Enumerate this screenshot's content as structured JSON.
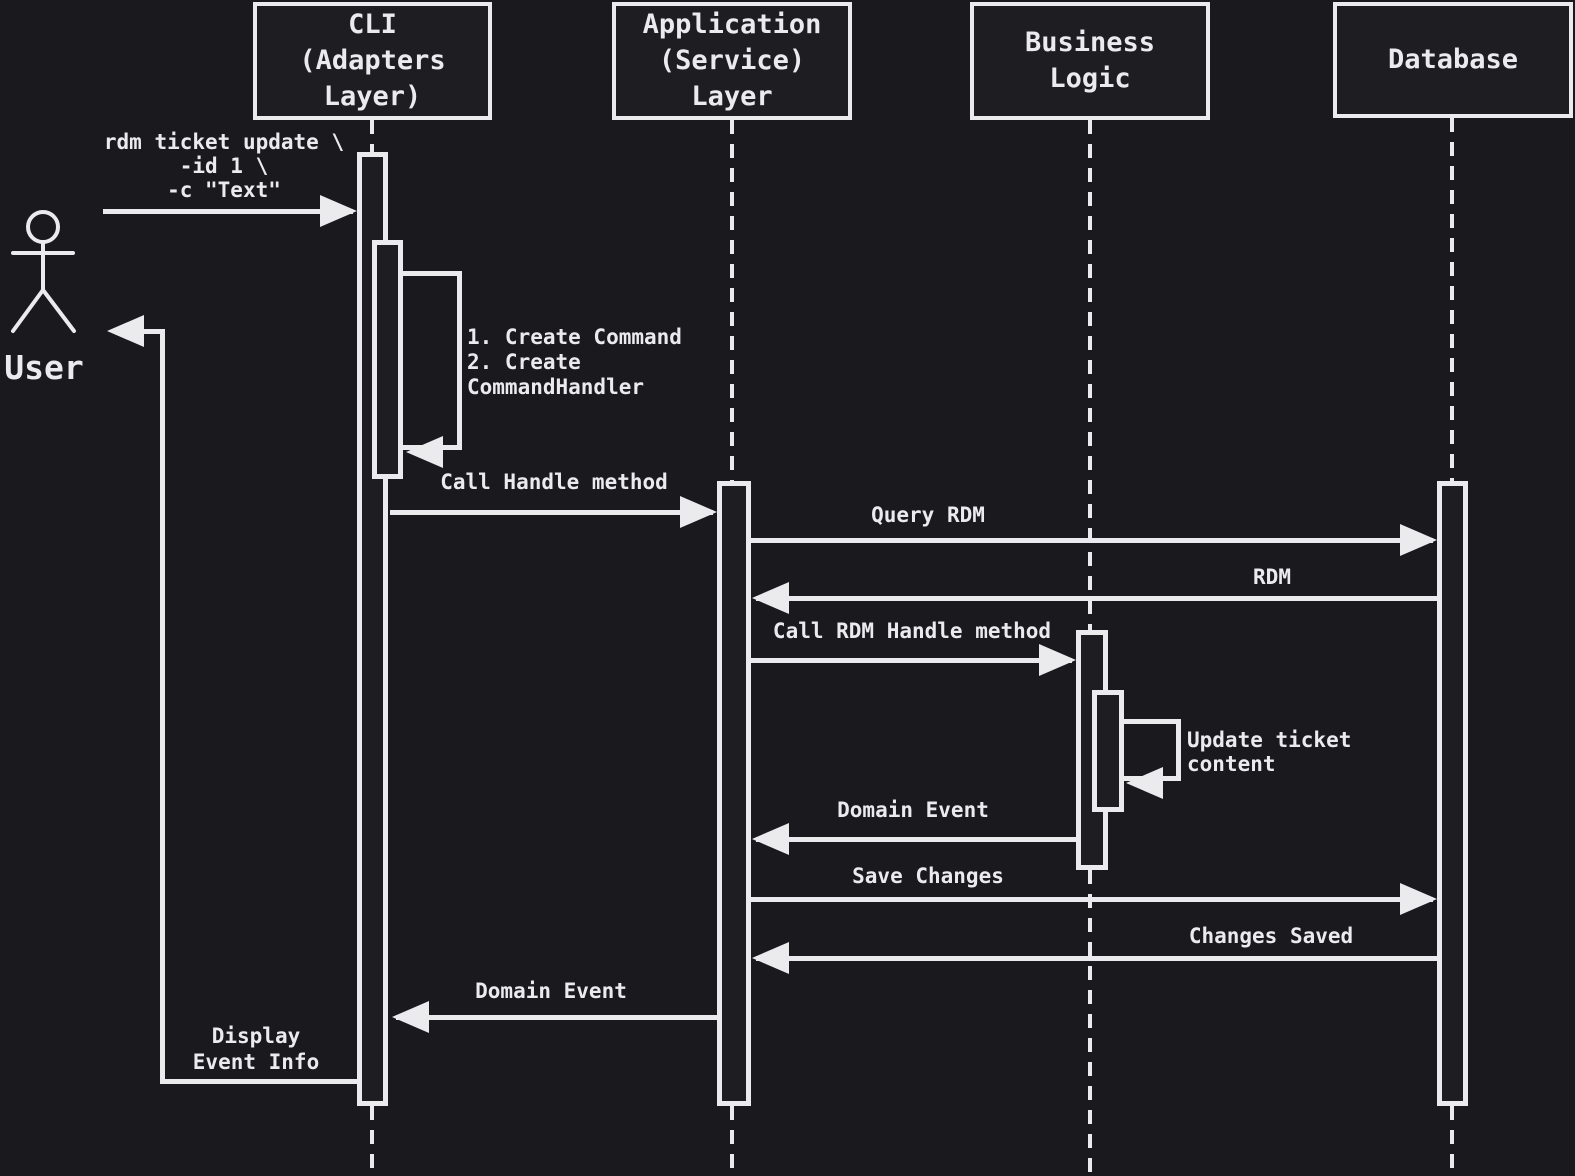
{
  "colors": {
    "background": "#1a1a1e",
    "box_fill": "#1d1d22",
    "stroke": "#ebebee",
    "text": "#ebebee"
  },
  "actor": {
    "label": "User"
  },
  "participants": [
    {
      "id": "cli",
      "lines": [
        "CLI",
        "(Adapters",
        "Layer)"
      ]
    },
    {
      "id": "application",
      "lines": [
        "Application",
        "(Service)",
        "Layer"
      ]
    },
    {
      "id": "business-logic",
      "lines": [
        "Business",
        "Logic"
      ]
    },
    {
      "id": "database",
      "lines": [
        "Database"
      ]
    }
  ],
  "messages": {
    "user_command": {
      "lines": [
        "rdm ticket update \\",
        "-id 1 \\",
        "-c \"Text\""
      ]
    },
    "cli_self_note": {
      "lines": [
        "1. Create Command",
        "2. Create",
        "CommandHandler"
      ]
    },
    "call_handle": "Call Handle method",
    "query_rdm": "Query RDM",
    "rdm": "RDM",
    "call_rdm_handle": "Call RDM Handle method",
    "update_ticket": {
      "lines": [
        "Update ticket",
        "content"
      ]
    },
    "domain_event_to_app": "Domain Event",
    "save_changes": "Save Changes",
    "changes_saved": "Changes Saved",
    "domain_event_to_cli": "Domain Event",
    "display_event_info": {
      "lines": [
        "Display",
        "Event Info"
      ]
    }
  }
}
